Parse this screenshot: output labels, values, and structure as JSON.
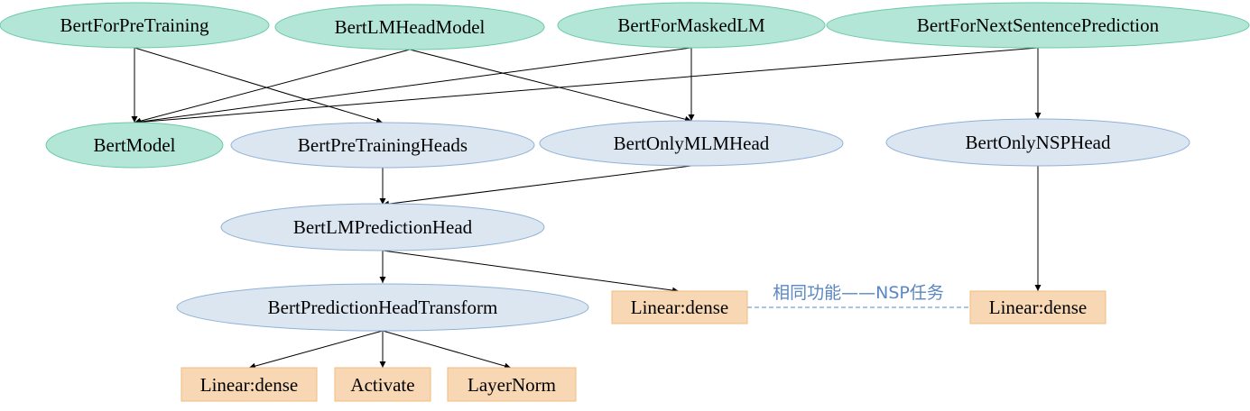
{
  "colors": {
    "model_fill": "#b3e6d6",
    "model_stroke": "#6ccaa8",
    "head_fill": "#dce6f1",
    "head_stroke": "#8eb1d8",
    "layer_fill": "#f8d8b4",
    "layer_stroke": "#f2bb7e",
    "edge": "#000000",
    "note": "#5b87c5"
  },
  "nodes": {
    "bert_for_pretraining": "BertForPreTraining",
    "bert_lm_head_model": "BertLMHeadModel",
    "bert_for_masked_lm": "BertForMaskedLM",
    "bert_for_next_sentence_prediction": "BertForNextSentencePrediction",
    "bert_model": "BertModel",
    "bert_pretraining_heads": "BertPreTrainingHeads",
    "bert_only_mlm_head": "BertOnlyMLMHead",
    "bert_only_nsp_head": "BertOnlyNSPHead",
    "bert_lm_prediction_head": "BertLMPredictionHead",
    "bert_prediction_head_transform": "BertPredictionHeadTransform",
    "linear_dense_lm": "Linear:dense",
    "linear_dense_nsp": "Linear:dense",
    "linear_dense_transform": "Linear:dense",
    "activate": "Activate",
    "layer_norm": "LayerNorm"
  },
  "annotation": {
    "same_function_note": "相同功能——NSP任务"
  }
}
